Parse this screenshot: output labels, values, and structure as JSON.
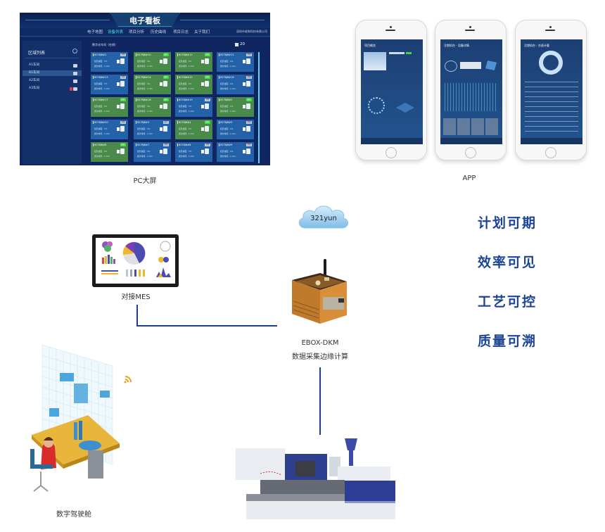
{
  "pc_screen": {
    "title": "电子看板",
    "nav": [
      "电子地图",
      "设备列表",
      "项目分析",
      "历史曲线",
      "项目日志",
      "关于我们"
    ],
    "active_nav": "设备列表",
    "company": "深圳市老狗科技有限公司",
    "sidebar": {
      "title": "区域列表",
      "items": [
        {
          "label": "A1车间",
          "active": false,
          "alert": false
        },
        {
          "label": "B1车间",
          "active": true,
          "alert": false
        },
        {
          "label": "A2车间",
          "active": false,
          "alert": false
        },
        {
          "label": "A3车间",
          "active": false,
          "alert": true
        }
      ]
    },
    "group_title": "数字化车间（在线）",
    "device_count": "20",
    "card_line1": "任务进度：1%",
    "card_line2": "累计时间：1 min",
    "cards": [
      {
        "name": "8276J6#1",
        "status": "blue",
        "tag": "离线"
      },
      {
        "name": "8276J6#10",
        "status": "green",
        "tag": "运行"
      },
      {
        "name": "8276J6#11",
        "status": "green",
        "tag": "运行"
      },
      {
        "name": "8276J6#12",
        "status": "blue",
        "tag": "离线"
      },
      {
        "name": "8276J6#13",
        "status": "blue",
        "tag": "离线"
      },
      {
        "name": "8276J6#14",
        "status": "green",
        "tag": "运行"
      },
      {
        "name": "8276J6#15",
        "status": "green",
        "tag": "运行"
      },
      {
        "name": "8276J6#16",
        "status": "blue",
        "tag": "离线"
      },
      {
        "name": "8276J6#17",
        "status": "green",
        "tag": "运行"
      },
      {
        "name": "8276J6#18",
        "status": "green",
        "tag": "运行"
      },
      {
        "name": "8276J6#19",
        "status": "blue",
        "tag": "离线"
      },
      {
        "name": "8276J6#2",
        "status": "green",
        "tag": "运行"
      },
      {
        "name": "8276J6#20",
        "status": "blue",
        "tag": "离线"
      },
      {
        "name": "8276J6#3",
        "status": "blue",
        "tag": "运行"
      },
      {
        "name": "8276J6#4",
        "status": "green",
        "tag": "运行"
      },
      {
        "name": "8276J6#5",
        "status": "blue",
        "tag": "离线"
      },
      {
        "name": "8276J6#6",
        "status": "green",
        "tag": "运行"
      },
      {
        "name": "8276J6#7",
        "status": "blue",
        "tag": "离线"
      },
      {
        "name": "8276J6#8",
        "status": "blue",
        "tag": "离线"
      },
      {
        "name": "8276J6#9",
        "status": "blue",
        "tag": "离线"
      }
    ]
  },
  "labels": {
    "pc": "PC大屏",
    "app": "APP",
    "cloud": "321yun",
    "mes": "对接MES",
    "ebox_model": "EBOX-DKM",
    "ebox_desc": "数据采集边缘计算",
    "cockpit": "数字驾驶舱"
  },
  "phones": [
    {
      "title": "项目概览"
    },
    {
      "title": "注塑机台 · 设备详情"
    },
    {
      "title": "注塑机台 · 台班计量"
    }
  ],
  "slogans": [
    "计划可期",
    "效率可见",
    "工艺可控",
    "质量可溯"
  ],
  "colors": {
    "slogan": "#1d4595",
    "connector": "#1e3f8a",
    "card_blue": "#2362a8",
    "card_green": "#4a8a4a",
    "dashboard_bg": "#0f2660"
  }
}
